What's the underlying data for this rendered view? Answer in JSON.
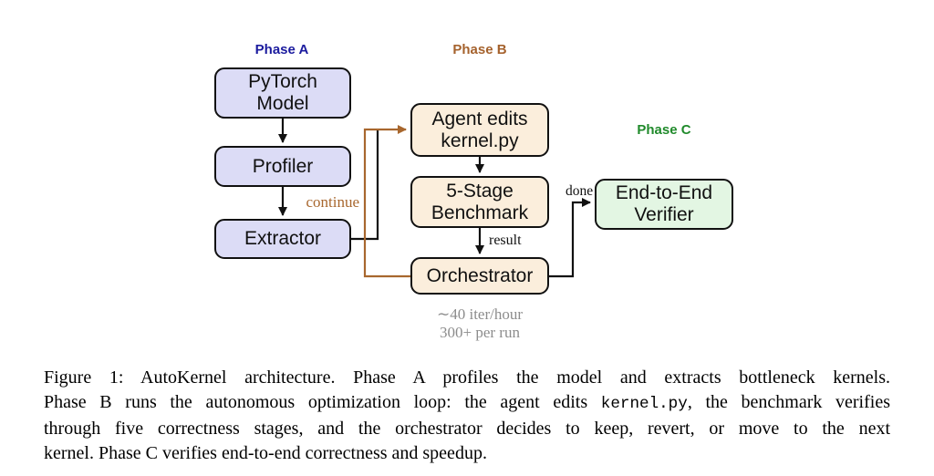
{
  "colors": {
    "phase_a": "#1b1b9e",
    "phase_b": "#a5622d",
    "phase_c": "#208a2b",
    "box_lavender": "#dcdcf6",
    "box_peach": "#fbeedc",
    "box_green": "#e3f6e3",
    "arrow_brown": "#a8672e",
    "stats_gray": "#8c8c8c",
    "line_black": "#111111"
  },
  "diagram": {
    "phases": {
      "a": "Phase A",
      "b": "Phase B",
      "c": "Phase C"
    },
    "boxes": {
      "pytorch_model": {
        "line1": "PyTorch",
        "line2": "Model"
      },
      "profiler": {
        "line1": "Profiler"
      },
      "extractor": {
        "line1": "Extractor"
      },
      "agent": {
        "line1": "Agent edits",
        "line2": "kernel.py"
      },
      "benchmark": {
        "line1": "5-Stage",
        "line2": "Benchmark"
      },
      "orchestrator": {
        "line1": "Orchestrator"
      },
      "verifier": {
        "line1": "End-to-End",
        "line2": "Verifier"
      }
    },
    "edge_labels": {
      "continue_label": "continue",
      "result_label": "result",
      "done_label": "done"
    },
    "stats": {
      "line1": "∼40 iter/hour",
      "line2": "300+ per run"
    }
  },
  "caption": {
    "line1": "Figure 1: AutoKernel architecture.  Phase A profiles the model and extracts bottleneck kernels.",
    "line2_pre": "Phase B runs the autonomous optimization loop: the agent edits ",
    "line2_code": "kernel.py",
    "line2_post": ", the benchmark verifies",
    "line3": "through five correctness stages, and the orchestrator decides to keep, revert, or move to the next",
    "line4": "kernel. Phase C verifies end-to-end correctness and speedup."
  }
}
